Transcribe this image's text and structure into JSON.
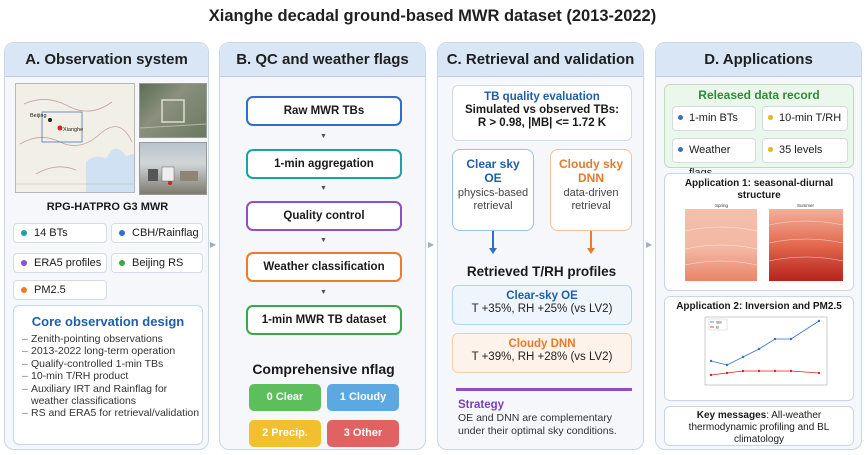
{
  "title": "Xianghe decadal ground-based MWR dataset (2013-2022)",
  "panelA": {
    "heading": "A. Observation system",
    "device": "RPG-HATPRO G3 MWR",
    "chips": [
      {
        "label": "14 BTs",
        "color": "#1aa3a3"
      },
      {
        "label": "CBH/Rainflag",
        "color": "#2f6fd0"
      },
      {
        "label": "ERA5 profiles",
        "color": "#8e4fc7"
      },
      {
        "label": "Beijing RS",
        "color": "#3aa84a"
      },
      {
        "label": "PM2.5",
        "color": "#f07a2a"
      }
    ],
    "core_title": "Core observation design",
    "core_items": [
      "Zenith-pointing observations",
      "2013-2022 long-term operation",
      "Qualify-controlled 1-min TBs",
      "10-min T/RH product",
      "Auxiliary IRT and Rainflag for weather classifications",
      "RS and ERA5 for retrieval/validation"
    ]
  },
  "panelB": {
    "heading": "B. QC and weather flags",
    "steps": [
      {
        "label": "Raw MWR TBs",
        "color": "#2f6fd0"
      },
      {
        "label": "1-min aggregation",
        "color": "#1aa3a3"
      },
      {
        "label": "Quality control",
        "color": "#8e4fc7"
      },
      {
        "label": "Weather classification",
        "color": "#f07a2a"
      },
      {
        "label": "1-min MWR TB dataset",
        "color": "#3aa84a"
      }
    ],
    "arrow": "▼",
    "nflag_title": "Comprehensive nflag",
    "flags": [
      {
        "label": "0 Clear",
        "color": "#5cbf5c"
      },
      {
        "label": "1 Cloudy",
        "color": "#5ca8e0"
      },
      {
        "label": "2 Precip.",
        "color": "#f2c02e"
      },
      {
        "label": "3 Other",
        "color": "#e06262"
      }
    ]
  },
  "panelC": {
    "heading": "C. Retrieval and validation",
    "eval_title": "TB quality evaluation",
    "eval_line1": "Simulated vs observed TBs:",
    "eval_line2": "R > 0.98, |MB| <= 1.72 K",
    "clear": {
      "h1": "Clear sky",
      "h2": "OE",
      "desc": "physics-based retrieval",
      "color": "#2f6fd0"
    },
    "cloudy": {
      "h1": "Cloudy sky",
      "h2": "DNN",
      "desc": "data-driven retrieval",
      "color": "#f07a2a"
    },
    "profiles_title": "Retrieved T/RH profiles",
    "clear_result": {
      "h": "Clear-sky OE",
      "v": "T +35%, RH +25% (vs LV2)"
    },
    "cloudy_result": {
      "h": "Cloudy DNN",
      "v": "T +39%, RH +28% (vs LV2)"
    },
    "strategy_h": "Strategy",
    "strategy_t": "OE and DNN are complementary under their optimal sky conditions."
  },
  "panelD": {
    "heading": "D. Applications",
    "release_title": "Released data record",
    "release_items": [
      {
        "label": "1-min BTs",
        "color": "#2f6fd0"
      },
      {
        "label": "10-min T/RH",
        "color": "#f2b21e"
      },
      {
        "label": "Weather flags",
        "color": "#2f6fd0"
      },
      {
        "label": "35 levels",
        "color": "#f2b21e"
      }
    ],
    "app1_title": "Application 1: seasonal-diurnal structure",
    "app1_panels": [
      "Spring",
      "Summer"
    ],
    "app2_title": "Application 2: Inversion and PM2.5",
    "app2_legend": [
      "SBI",
      "EI"
    ],
    "key_label": "Key messages",
    "key_text": ": All-weather thermodynamic profiling and BL climatology"
  },
  "map_labels": [
    "Xianghe",
    "Beijing"
  ]
}
